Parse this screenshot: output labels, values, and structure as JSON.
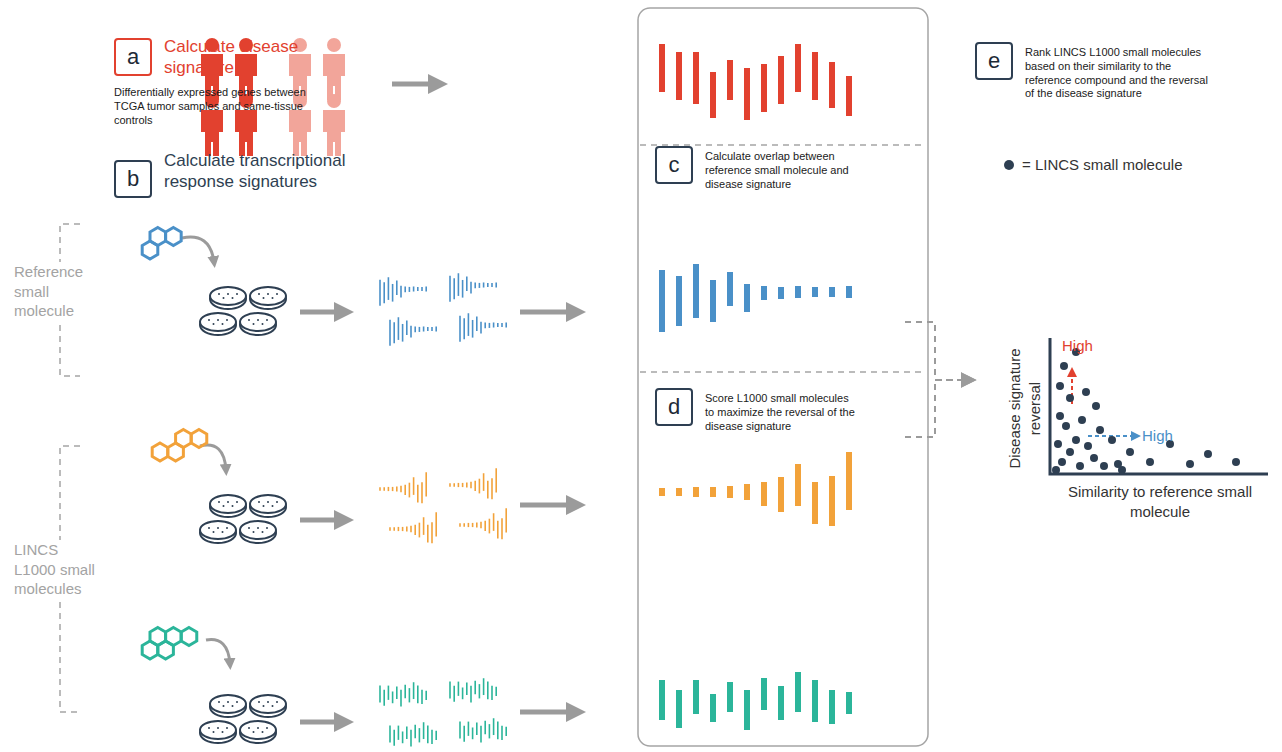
{
  "diagram": {
    "nodes": [
      {
        "text": [
          "a",
          "Calculate disease signature",
          "Differentially expressed genes between TCGA tumor samples and same-tissue controls"
        ]
      },
      {
        "text": [
          "b",
          "Calculate transcriptional response signatures"
        ]
      },
      {
        "text": [
          "c",
          "Calculate overlap between reference small molecule and disease signature"
        ]
      },
      {
        "text": [
          "d",
          "Score L1000 small molecules to maximize the reversal of the disease signature"
        ]
      },
      {
        "text": [
          "e",
          "Rank LINCS L1000 small molecules based on their similarity to the reference compound and the reversal of the disease signature"
        ]
      }
    ],
    "edges": [
      {
        "from": 2,
        "to": 4,
        "arrow": "to"
      },
      {
        "from": 3,
        "to": 4,
        "arrow": "to"
      }
    ],
    "labels": [
      "Reference small molecule",
      "LINCS L1000 small molecules",
      "High",
      "High",
      "Disease signature reversal",
      "Similarity to reference small molecule"
    ],
    "legend": [
      {
        "text": "= LINCS small molecule"
      }
    ]
  }
}
